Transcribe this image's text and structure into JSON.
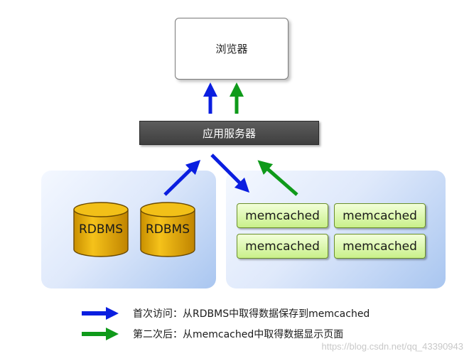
{
  "browser": {
    "label": "浏览器"
  },
  "app_server": {
    "label": "应用服务器"
  },
  "databases": [
    {
      "label": "RDBMS"
    },
    {
      "label": "RDBMS"
    }
  ],
  "memcached": [
    {
      "label": "memcached"
    },
    {
      "label": "memcached"
    },
    {
      "label": "memcached"
    },
    {
      "label": "memcached"
    }
  ],
  "legend": [
    {
      "color": "#0a1ee0",
      "text": "首次访问：从RDBMS中取得数据保存到memcached"
    },
    {
      "color": "#0f9a1a",
      "text": "第二次后：从memcached中取得数据显示页面"
    }
  ],
  "colors": {
    "blue_arrow": "#0a1ee0",
    "green_arrow": "#0f9a1a",
    "db_fill": "#e1a908",
    "memcached_fill": "#c9f08a"
  },
  "watermark": "https://blog.csdn.net/qq_43390943"
}
